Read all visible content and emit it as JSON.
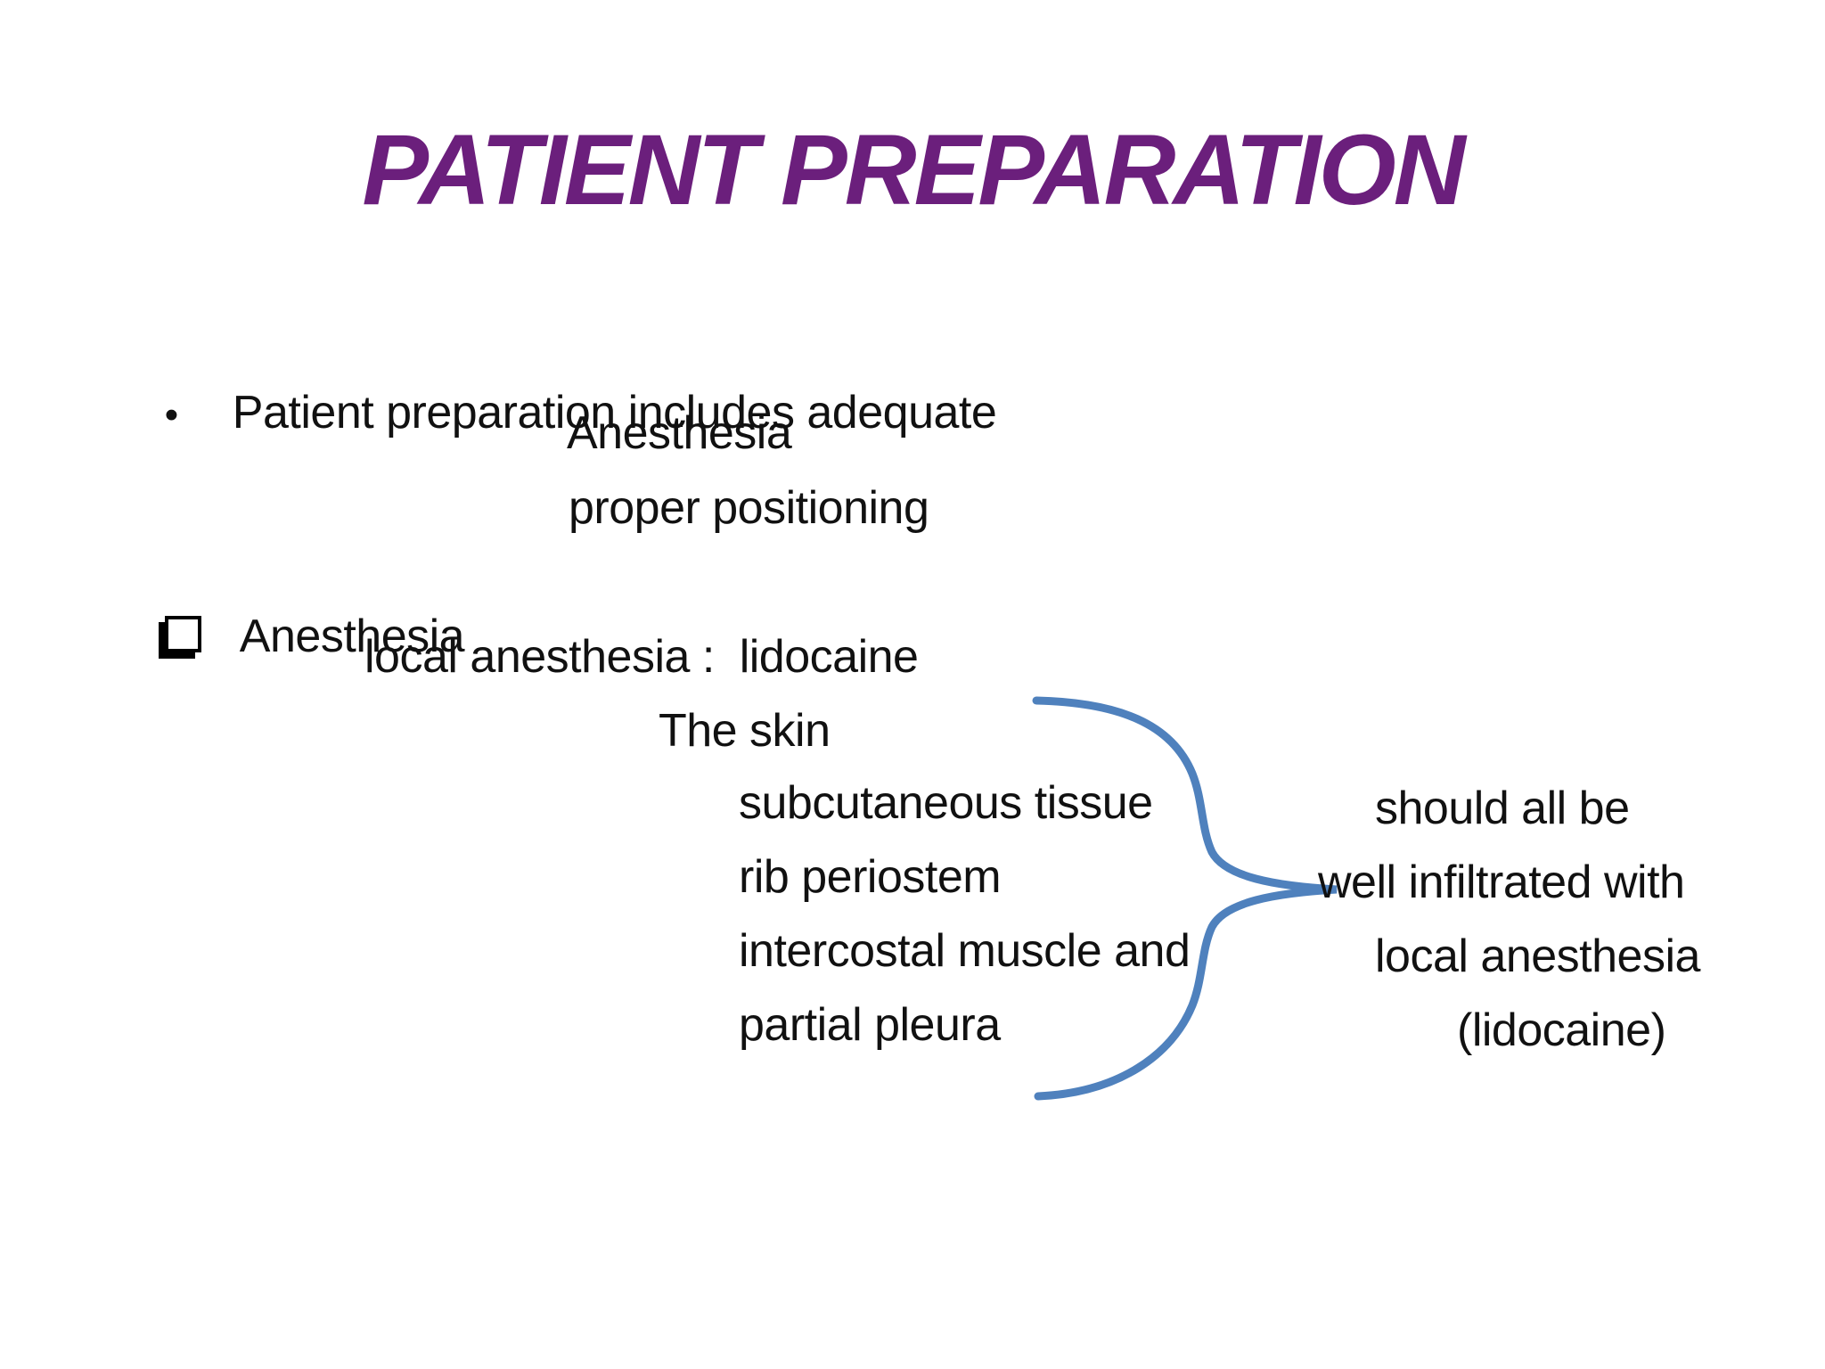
{
  "slide": {
    "title": "PATIENT PREPARATION",
    "body": {
      "bullet_marker": "•",
      "bullet_text": "Patient preparation includes adequate",
      "indent_lines": [
        "Anesthesia",
        "proper positioning"
      ],
      "checkbox_label": "Anesthesia",
      "detail_lines": [
        "local anesthesia :  lidocaine",
        "The skin"
      ],
      "brace_items": [
        "subcutaneous tissue",
        "rib periostem",
        "intercostal muscle and",
        "partial pleura"
      ],
      "result_lines": [
        "should all be",
        "well infiltrated with",
        "local anesthesia",
        "(lidocaine)"
      ]
    },
    "colors": {
      "title": "#6B1F7C",
      "body_text": "#111111",
      "brace": "#4F81BD",
      "background": "#FFFFFF"
    }
  }
}
